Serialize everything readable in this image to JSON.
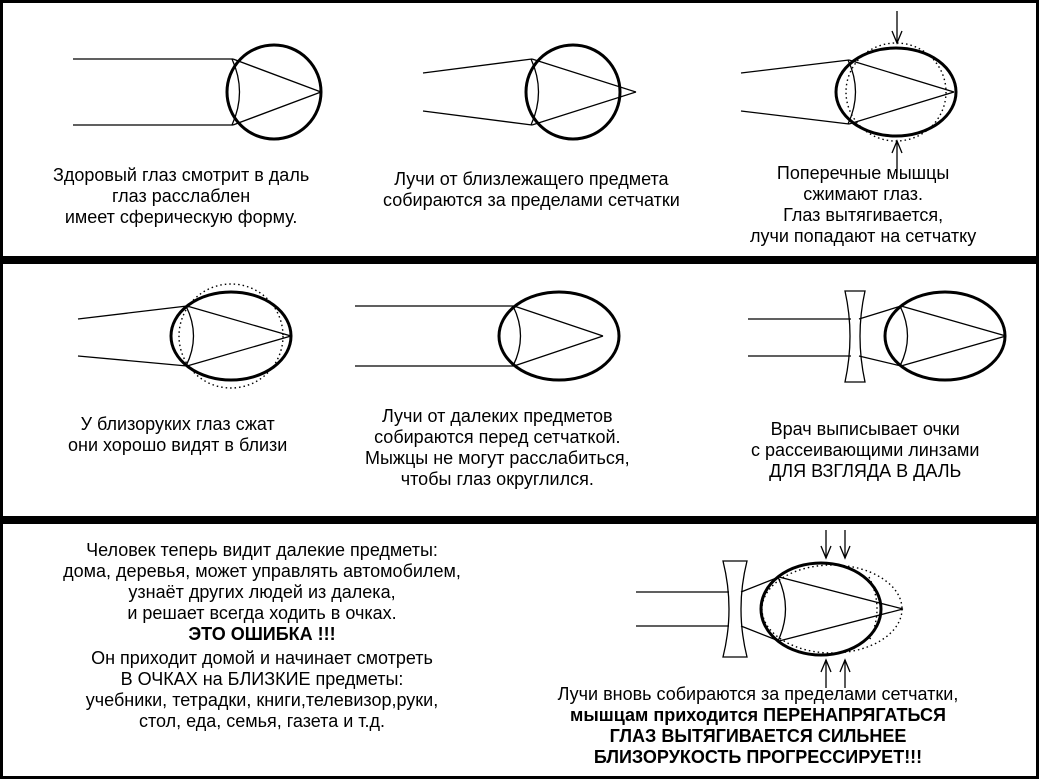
{
  "panel1": {
    "captions": [
      [
        "Здоровый глаз смотрит в даль",
        "глаз расслаблен",
        "имеет сферическую форму."
      ],
      [
        "Лучи от близлежащего предмета",
        "собираются за пределами сетчатки"
      ],
      [
        "Поперечные мышцы",
        "сжимают глаз.",
        "Глаз вытягивается,",
        "лучи попадают на сетчатку"
      ]
    ]
  },
  "panel2": {
    "captions": [
      [
        "У близоруких глаз сжат",
        "они хорошо видят в близи"
      ],
      [
        "Лучи от далеких предметов",
        "собираются перед сетчаткой.",
        "Мыжцы не могут расслабиться,",
        "чтобы глаз округлился."
      ],
      [
        "Врач выписывает очки",
        "с рассеивающими линзами",
        "ДЛЯ ВЗГЛЯДА В ДАЛЬ"
      ]
    ]
  },
  "panel3": {
    "left": [
      "Человек теперь видит далекие предметы:",
      "дома, деревья, может управлять автомобилем,",
      "узнаёт других людей из далека,",
      "и решает всегда ходить в очках.",
      "ЭТО ОШИБКА !!!",
      "Он приходит домой и начинает смотреть",
      "В ОЧКАХ на БЛИЗКИЕ предметы:",
      "учебники, тетрадки, книги,телевизор,руки,",
      "стол, еда, семья, газета и т.д."
    ],
    "right": [
      "Лучи вновь собираются за пределами сетчатки,",
      "мышцам приходится ПЕРЕНАПРЯГАТЬСЯ",
      "ГЛАЗ ВЫТЯГИВАЕТСЯ СИЛЬНЕЕ",
      "БЛИЗОРУКОСТЬ ПРОГРЕССИРУЕТ!!!"
    ]
  }
}
